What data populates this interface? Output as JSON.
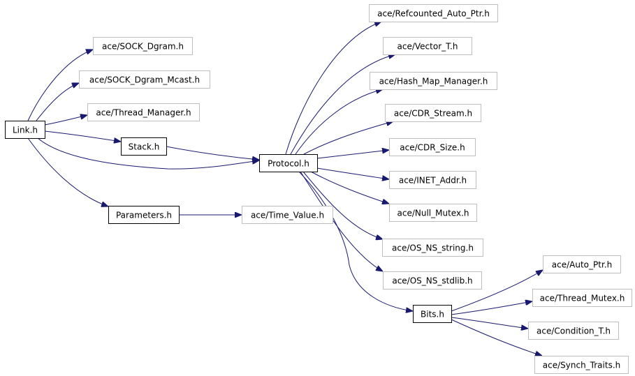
{
  "colors": {
    "edge": "#191970",
    "root_fill": "#bfbfbf",
    "internal_border": "#000000",
    "external_border": "#bfbfbf"
  },
  "nodes": [
    {
      "id": "link",
      "label": "Link.h",
      "kind": "root"
    },
    {
      "id": "sock_dgram",
      "label": "ace/SOCK_Dgram.h",
      "kind": "external"
    },
    {
      "id": "sock_dgram_mcast",
      "label": "ace/SOCK_Dgram_Mcast.h",
      "kind": "external"
    },
    {
      "id": "thread_manager",
      "label": "ace/Thread_Manager.h",
      "kind": "external"
    },
    {
      "id": "stack",
      "label": "Stack.h",
      "kind": "internal"
    },
    {
      "id": "parameters",
      "label": "Parameters.h",
      "kind": "internal"
    },
    {
      "id": "time_value",
      "label": "ace/Time_Value.h",
      "kind": "external"
    },
    {
      "id": "protocol",
      "label": "Protocol.h",
      "kind": "internal"
    },
    {
      "id": "refcounted_auto_ptr",
      "label": "ace/Refcounted_Auto_Ptr.h",
      "kind": "external"
    },
    {
      "id": "vector_t",
      "label": "ace/Vector_T.h",
      "kind": "external"
    },
    {
      "id": "hash_map_manager",
      "label": "ace/Hash_Map_Manager.h",
      "kind": "external"
    },
    {
      "id": "cdr_stream",
      "label": "ace/CDR_Stream.h",
      "kind": "external"
    },
    {
      "id": "cdr_size",
      "label": "ace/CDR_Size.h",
      "kind": "external"
    },
    {
      "id": "inet_addr",
      "label": "ace/INET_Addr.h",
      "kind": "external"
    },
    {
      "id": "null_mutex",
      "label": "ace/Null_Mutex.h",
      "kind": "external"
    },
    {
      "id": "os_ns_string",
      "label": "ace/OS_NS_string.h",
      "kind": "external"
    },
    {
      "id": "os_ns_stdlib",
      "label": "ace/OS_NS_stdlib.h",
      "kind": "external"
    },
    {
      "id": "bits",
      "label": "Bits.h",
      "kind": "internal"
    },
    {
      "id": "auto_ptr",
      "label": "ace/Auto_Ptr.h",
      "kind": "external"
    },
    {
      "id": "thread_mutex",
      "label": "ace/Thread_Mutex.h",
      "kind": "external"
    },
    {
      "id": "condition_t",
      "label": "ace/Condition_T.h",
      "kind": "external"
    },
    {
      "id": "synch_traits",
      "label": "ace/Synch_Traits.h",
      "kind": "external"
    }
  ],
  "edges": [
    {
      "from": "link",
      "to": "sock_dgram"
    },
    {
      "from": "link",
      "to": "sock_dgram_mcast"
    },
    {
      "from": "link",
      "to": "thread_manager"
    },
    {
      "from": "link",
      "to": "stack"
    },
    {
      "from": "link",
      "to": "protocol"
    },
    {
      "from": "link",
      "to": "parameters"
    },
    {
      "from": "stack",
      "to": "protocol"
    },
    {
      "from": "parameters",
      "to": "time_value"
    },
    {
      "from": "protocol",
      "to": "refcounted_auto_ptr"
    },
    {
      "from": "protocol",
      "to": "vector_t"
    },
    {
      "from": "protocol",
      "to": "hash_map_manager"
    },
    {
      "from": "protocol",
      "to": "cdr_stream"
    },
    {
      "from": "protocol",
      "to": "cdr_size"
    },
    {
      "from": "protocol",
      "to": "inet_addr"
    },
    {
      "from": "protocol",
      "to": "null_mutex"
    },
    {
      "from": "protocol",
      "to": "os_ns_string"
    },
    {
      "from": "protocol",
      "to": "os_ns_stdlib"
    },
    {
      "from": "protocol",
      "to": "bits"
    },
    {
      "from": "bits",
      "to": "auto_ptr"
    },
    {
      "from": "bits",
      "to": "thread_mutex"
    },
    {
      "from": "bits",
      "to": "condition_t"
    },
    {
      "from": "bits",
      "to": "synch_traits"
    }
  ]
}
